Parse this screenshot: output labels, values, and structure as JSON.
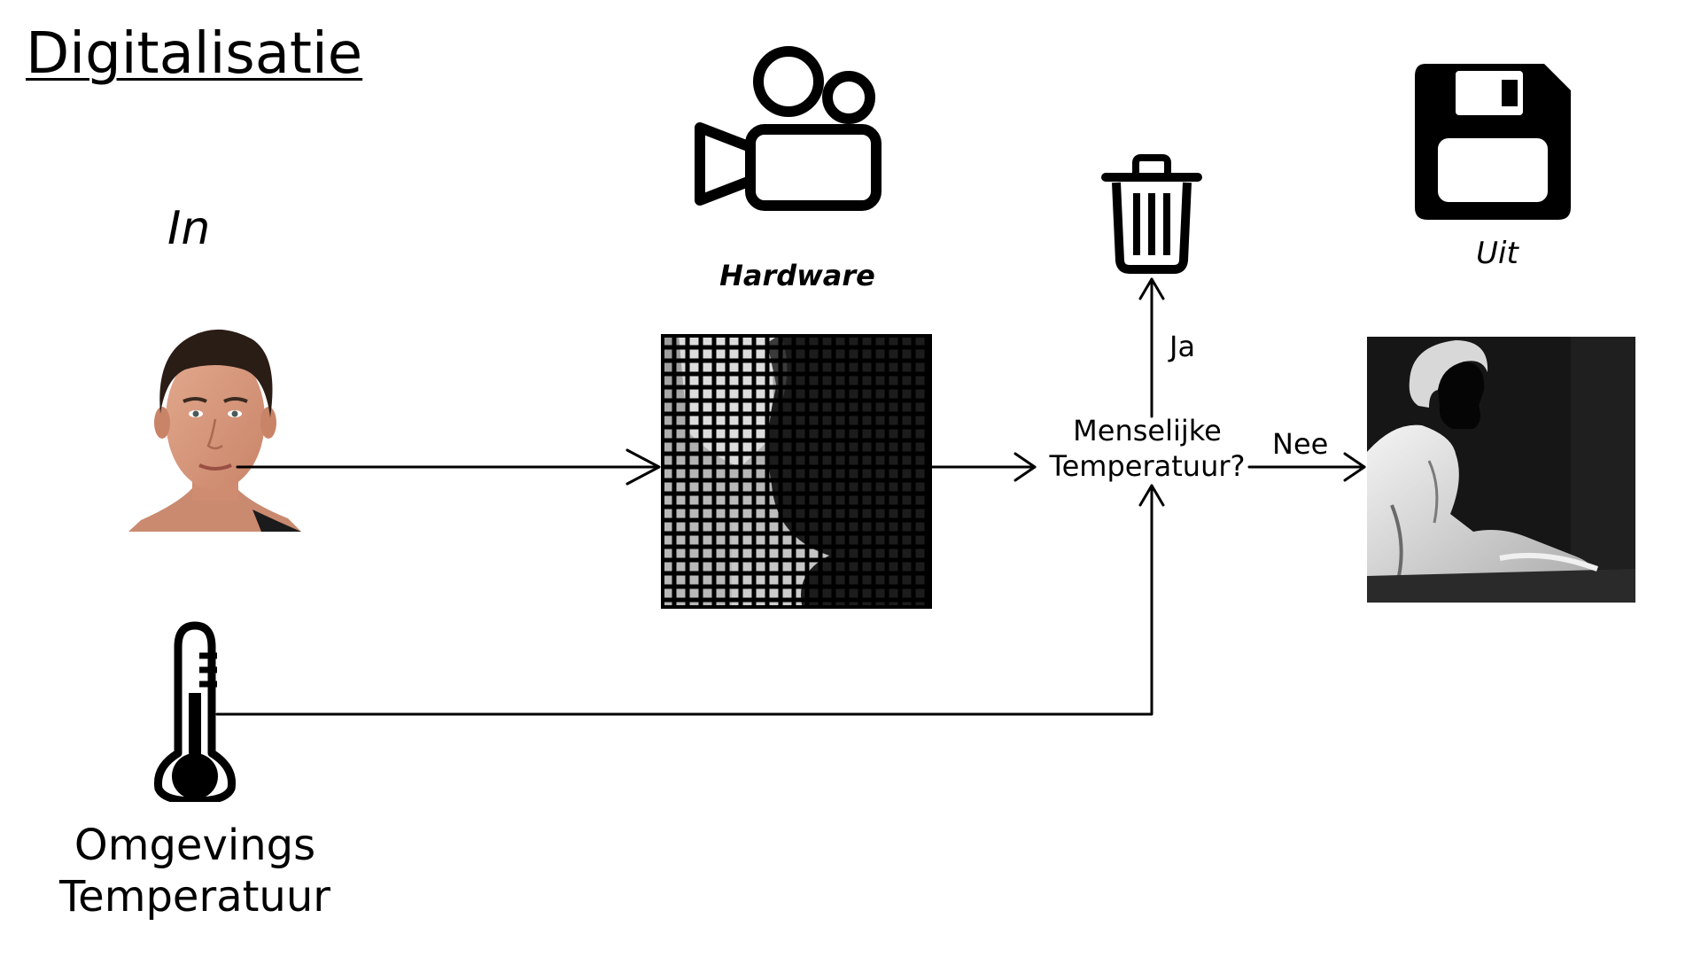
{
  "title": "Digitalisatie",
  "input": {
    "label": "In",
    "photo_icon": "face-photo"
  },
  "hardware": {
    "label": "Hardware",
    "icon": "video-camera-icon"
  },
  "decision": {
    "line1": "Menselijke",
    "line2": "Temperatuur?",
    "yes_label": "Ja",
    "no_label": "Nee"
  },
  "discard": {
    "icon": "trash-icon"
  },
  "output": {
    "label": "Uit",
    "icon": "floppy-disk-icon"
  },
  "ambient": {
    "line1": "Omgevings",
    "line2": "Temperatuur",
    "icon": "thermometer-icon"
  },
  "colors": {
    "ink": "#000000",
    "background": "#ffffff"
  }
}
